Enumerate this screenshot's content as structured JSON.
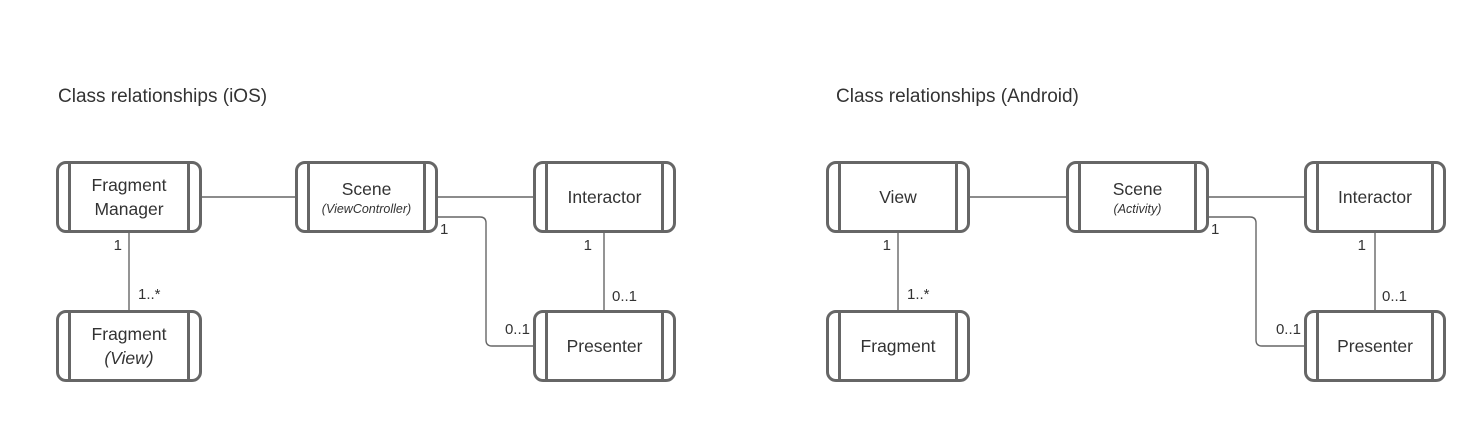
{
  "colors": {
    "background": "#ffffff",
    "stroke": "#666666",
    "text": "#333333"
  },
  "diagrams": [
    {
      "title": "Class relationships (iOS)",
      "boxes": [
        {
          "label": "Fragment Manager",
          "sublabel": ""
        },
        {
          "label": "Scene",
          "sublabel": "(ViewController)"
        },
        {
          "label": "Interactor",
          "sublabel": ""
        },
        {
          "label": "Fragment",
          "sublabel": "(View)"
        },
        {
          "label": "Presenter",
          "sublabel": ""
        }
      ],
      "edges": [
        {
          "from": "Fragment Manager",
          "to": "Scene",
          "from_label": "",
          "to_label": ""
        },
        {
          "from": "Scene",
          "to": "Interactor",
          "from_label": "",
          "to_label": ""
        },
        {
          "from": "Fragment Manager",
          "to": "Fragment",
          "from_label": "1",
          "to_label": "1..*"
        },
        {
          "from": "Interactor",
          "to": "Presenter",
          "from_label": "1",
          "to_label": "0..1"
        },
        {
          "from": "Scene",
          "to": "Presenter",
          "from_label": "1",
          "to_label": "0..1"
        }
      ]
    },
    {
      "title": "Class relationships (Android)",
      "boxes": [
        {
          "label": "View",
          "sublabel": ""
        },
        {
          "label": "Scene",
          "sublabel": "(Activity)"
        },
        {
          "label": "Interactor",
          "sublabel": ""
        },
        {
          "label": "Fragment",
          "sublabel": ""
        },
        {
          "label": "Presenter",
          "sublabel": ""
        }
      ],
      "edges": [
        {
          "from": "View",
          "to": "Scene",
          "from_label": "",
          "to_label": ""
        },
        {
          "from": "Scene",
          "to": "Interactor",
          "from_label": "",
          "to_label": ""
        },
        {
          "from": "View",
          "to": "Fragment",
          "from_label": "1",
          "to_label": "1..*"
        },
        {
          "from": "Interactor",
          "to": "Presenter",
          "from_label": "1",
          "to_label": "0..1"
        },
        {
          "from": "Scene",
          "to": "Presenter",
          "from_label": "1",
          "to_label": "0..1"
        }
      ]
    }
  ]
}
